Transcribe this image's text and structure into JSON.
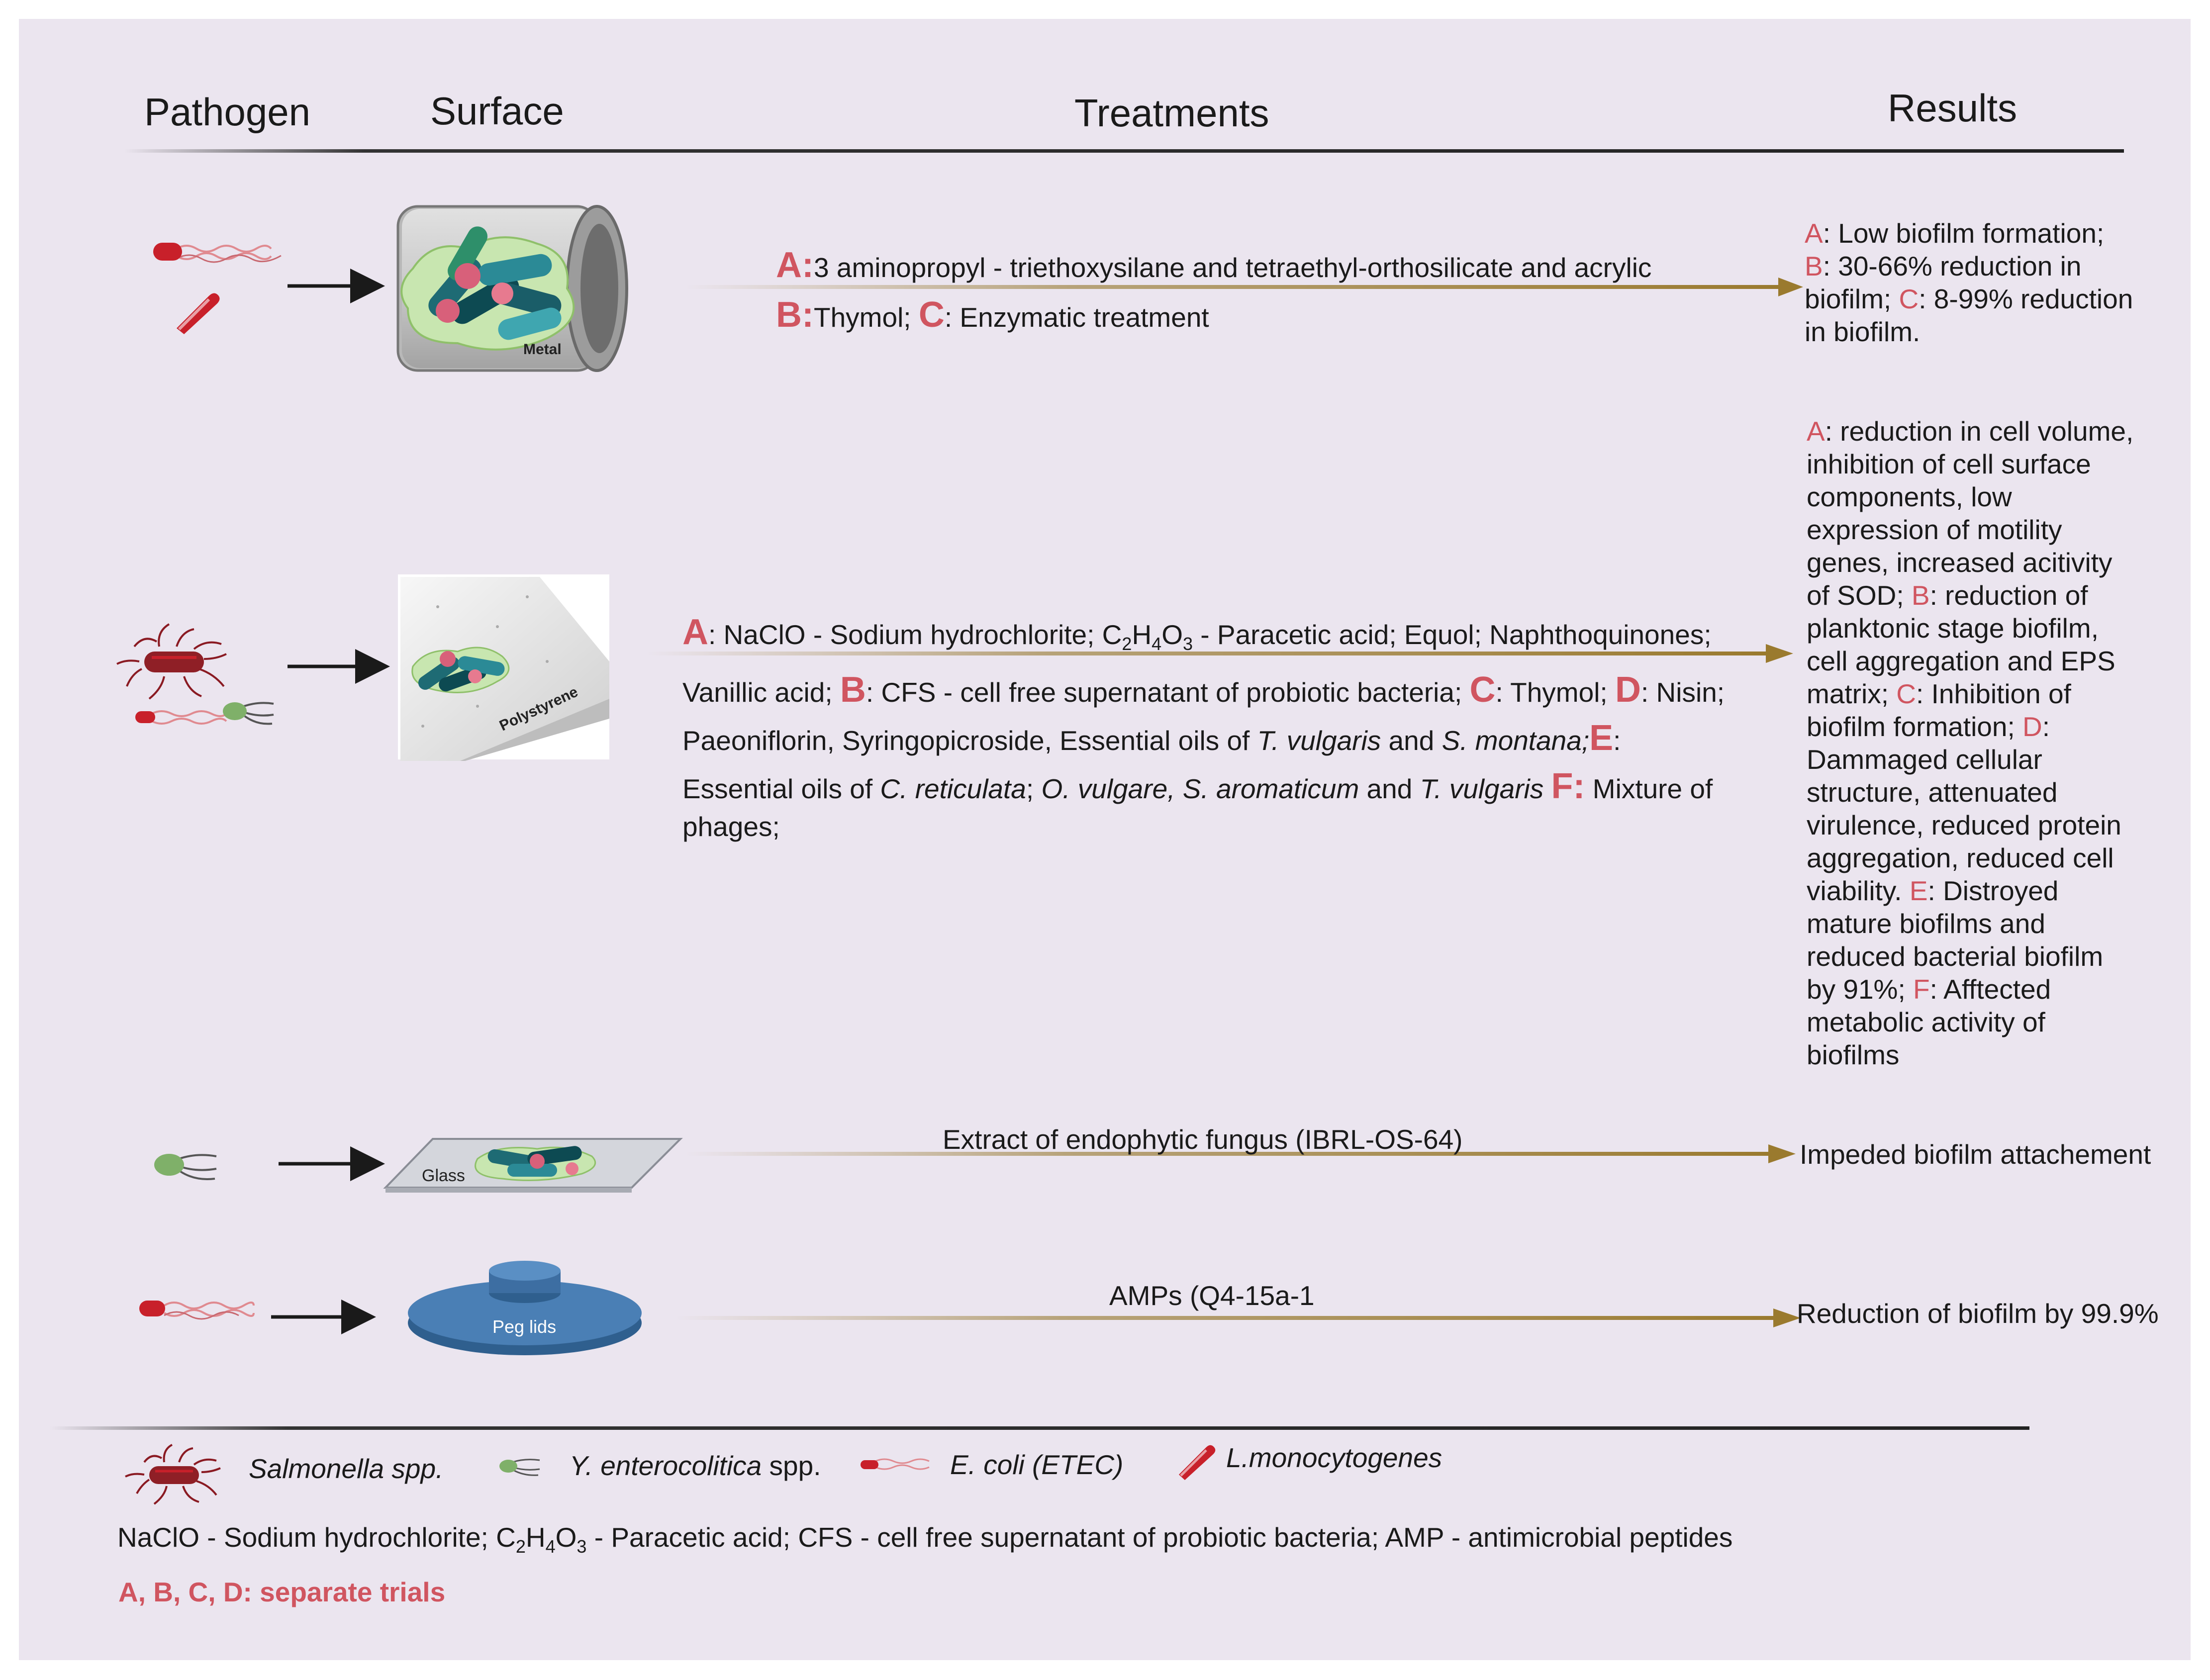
{
  "headers": {
    "pathogen": "Pathogen",
    "surface": "Surface",
    "treatments": "Treatments",
    "results": "Results"
  },
  "surfaces": {
    "metal": "Metal",
    "polystyrene": "Polystyrene",
    "glass": "Glass",
    "peg": "Peg lids"
  },
  "row1": {
    "t_a": "A:",
    "t_a_text": "3 aminopropyl - triethoxysilane and tetraethyl-orthosilicate and acrylic",
    "t_b": "B:",
    "t_b_text": "Thymol;",
    "t_c": "C",
    "t_c_text": ": Enzymatic treatment",
    "r_a": "A",
    "r_a_text": ": Low biofilm formation;",
    "r_b": "B",
    "r_b_text": ": 30-66% reduction in",
    "r_b_text2": "biofilm;",
    "r_c": "C",
    "r_c_text": ": 8-99% reduction",
    "r_c_text2": "in biofilm."
  },
  "row2": {
    "t_a": "A",
    "t_a_text1": ": NaClO - Sodium hydrochlorite; C",
    "t_a_sub1": "2",
    "t_a_text2": "H",
    "t_a_sub2": "4",
    "t_a_text3": "O",
    "t_a_sub3": "3",
    "t_a_text4": " - Paracetic acid; Equol; Naphthoquinones;",
    "t_line2a": "Vanillic acid; ",
    "t_b": "B",
    "t_b_text": ": CFS - cell free supernatant of probiotic bacteria; ",
    "t_c": "C",
    "t_c_text": ": Thymol; ",
    "t_d": "D",
    "t_d_text": ": Nisin;",
    "t_line3a": "Paeoniflorin, Syringopicroside, Essential oils of ",
    "t_line3_tv": "T. vulgaris",
    "t_line3_and": " and ",
    "t_line3_sm": "S. montana;",
    "t_e": "E",
    "t_e_colon": ":",
    "t_line4a": "Essential oils of ",
    "t_line4_cr": "C. reticulata",
    "t_line4_semi": "; ",
    "t_line4_ov": "O. vulgare, S. aromaticum",
    "t_line4_and": " and ",
    "t_line4_tv": "T. vulgaris",
    "t_f": "F:",
    "t_f_text": " Mixture of",
    "t_line5": "phages;",
    "r_l1_a": "A",
    "r_l1": ": reduction in cell volume,",
    "r_l2": "inhibition of cell surface",
    "r_l3": "components, low",
    "r_l4": "expression of motility",
    "r_l5": "genes, increased acitivity",
    "r_l6a": "of SOD; ",
    "r_l6_b": "B",
    "r_l6b": ": reduction of",
    "r_l7": "planktonic stage biofilm,",
    "r_l8": "cell aggregation and EPS",
    "r_l9a": "matrix; ",
    "r_l9_c": "C",
    "r_l9b": ": Inhibition of",
    "r_l10a": "biofilm formation; ",
    "r_l10_d": "D",
    "r_l10b": ":",
    "r_l11": "Dammaged cellular",
    "r_l12": "structure, attenuated",
    "r_l13": "virulence, reduced protein",
    "r_l14": "aggregation, reduced cell",
    "r_l15a": "viability. ",
    "r_l15_e": "E",
    "r_l15b": ": Distroyed",
    "r_l16": "mature biofilms and",
    "r_l17": "reduced bacterial biofilm",
    "r_l18a": "by 91%; ",
    "r_l18_f": "F",
    "r_l18b": ": Afftected",
    "r_l19": "metabolic activity of",
    "r_l20": "biofilms"
  },
  "row3": {
    "treatment": "Extract of endophytic fungus (IBRL-OS-64)",
    "result": "Impeded biofilm attachement"
  },
  "row4": {
    "treatment": "AMPs (Q4-15a-1",
    "result": "Reduction of biofilm by 99.9%"
  },
  "legend": {
    "salmonella": "Salmonella spp.",
    "yersinia_italic": "Y. enterocolitica",
    "yersinia_suffix": " spp.",
    "ecoli": "E. coli (ETEC)",
    "listeria": "L.monocytogenes"
  },
  "footnote": {
    "t1": "NaClO - Sodium hydrochlorite; C",
    "s1": "2",
    "t2": "H",
    "s2": "4",
    "t3": "O",
    "s3": "3",
    "t4": " - Paracetic acid; CFS - cell free supernatant of probiotic bacteria; AMP - antimicrobial peptides",
    "trials": "A, B, C, D: separate trials"
  },
  "colors": {
    "panel_bg": "#ebe5ef",
    "accent_red": "#d05560",
    "arrow_gold": "#9a7a2e",
    "pathogen_red": "#c8202a",
    "yersinia_green": "#7fb069",
    "peg_blue": "#4a7fb5"
  }
}
